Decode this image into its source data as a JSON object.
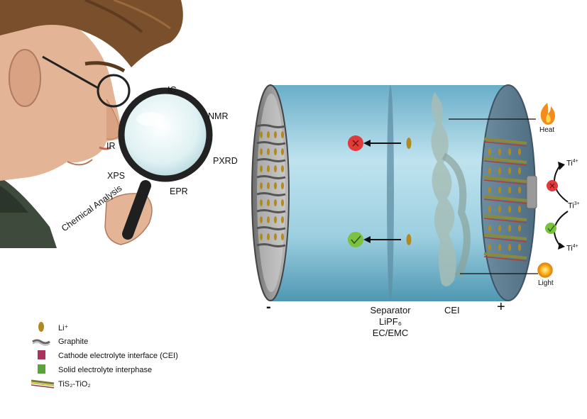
{
  "techniques": {
    "ic": "IC",
    "nmr": "NMR",
    "pxrd": "PXRD",
    "epr": "EPR",
    "xps": "XPS",
    "ir": "IR",
    "chemical_analysis": "Chemical Analysis"
  },
  "cell": {
    "minus_sign": "-",
    "plus_sign": "+",
    "separator": "Separator",
    "salt": "LiPF₆",
    "solvent": "EC/EMC",
    "cei": "CEI"
  },
  "stimuli": {
    "heat": "Heat",
    "light": "Light",
    "heat_icon": "flame-icon",
    "light_icon": "sun-icon"
  },
  "ions": {
    "ti4_top": "Ti",
    "ti4_top_charge": "4+",
    "ti3": "Ti",
    "ti3_charge": "3+",
    "ti4_bottom": "Ti",
    "ti4_bottom_charge": "4+"
  },
  "legend": {
    "li": "Li⁺",
    "graphite": "Graphite",
    "cei": "Cathode electrolyte interface (CEI)",
    "sei": "Solid electrolyte interphase",
    "tis2": "TiS₂-TiO₂"
  },
  "colors": {
    "electrolyte": "#8fc6d9",
    "li_ion": "#b08a1e",
    "reject": "#e03a3a",
    "accept": "#7cc242",
    "cei_legend": "#a8345c",
    "sei_legend": "#5aa33c"
  }
}
